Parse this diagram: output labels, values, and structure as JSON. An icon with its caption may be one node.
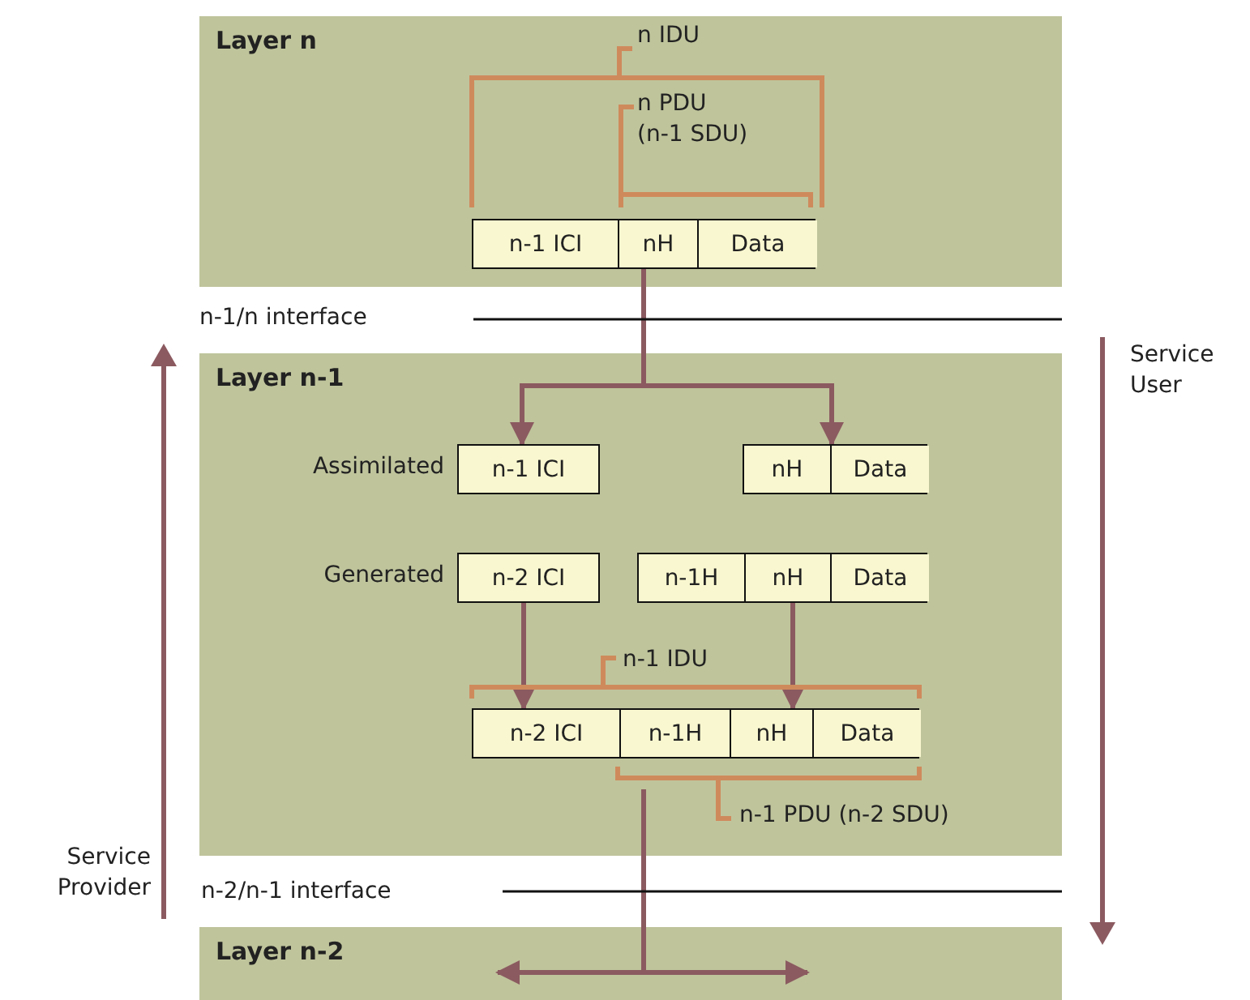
{
  "diagram": {
    "nodes": [
      {
        "text": [
          "Layer n"
        ]
      },
      {
        "text": [
          "n-1 ICI",
          "nH",
          "Data"
        ],
        "in": 0
      },
      {
        "text": [
          "Layer n-1"
        ]
      },
      {
        "text": [
          "n-1 ICI"
        ],
        "in": 2,
        "beside": [
          "Assimilated"
        ]
      },
      {
        "text": [
          "nH",
          "Data"
        ],
        "in": 2
      },
      {
        "text": [
          "n-2 ICI"
        ],
        "in": 2,
        "beside": [
          "Generated"
        ]
      },
      {
        "text": [
          "n-1H",
          "nH",
          "Data"
        ],
        "in": 2
      },
      {
        "text": [
          "n-2 ICI",
          "n-1H",
          "nH",
          "Data"
        ],
        "in": 2
      },
      {
        "text": [
          "Layer n-2"
        ]
      }
    ],
    "edges": [
      {
        "from": 1,
        "to": 3,
        "arrow": "to"
      },
      {
        "from": 1,
        "to": 4,
        "arrow": "to"
      },
      {
        "from": 5,
        "to": 7,
        "arrow": "to"
      },
      {
        "from": 6,
        "to": 7,
        "arrow": "to"
      },
      {
        "from": 7,
        "to": 8,
        "arrow": "to"
      },
      {
        "from": 7,
        "to": 8,
        "arrow": "to"
      }
    ],
    "labels": [
      "n IDU",
      "n PDU (n-1 SDU)",
      "n-1/n interface",
      "Service User",
      "n-1 IDU",
      "n-1 PDU (n-2 SDU)",
      "Service Provider",
      "n-2/n-1 interface"
    ]
  }
}
